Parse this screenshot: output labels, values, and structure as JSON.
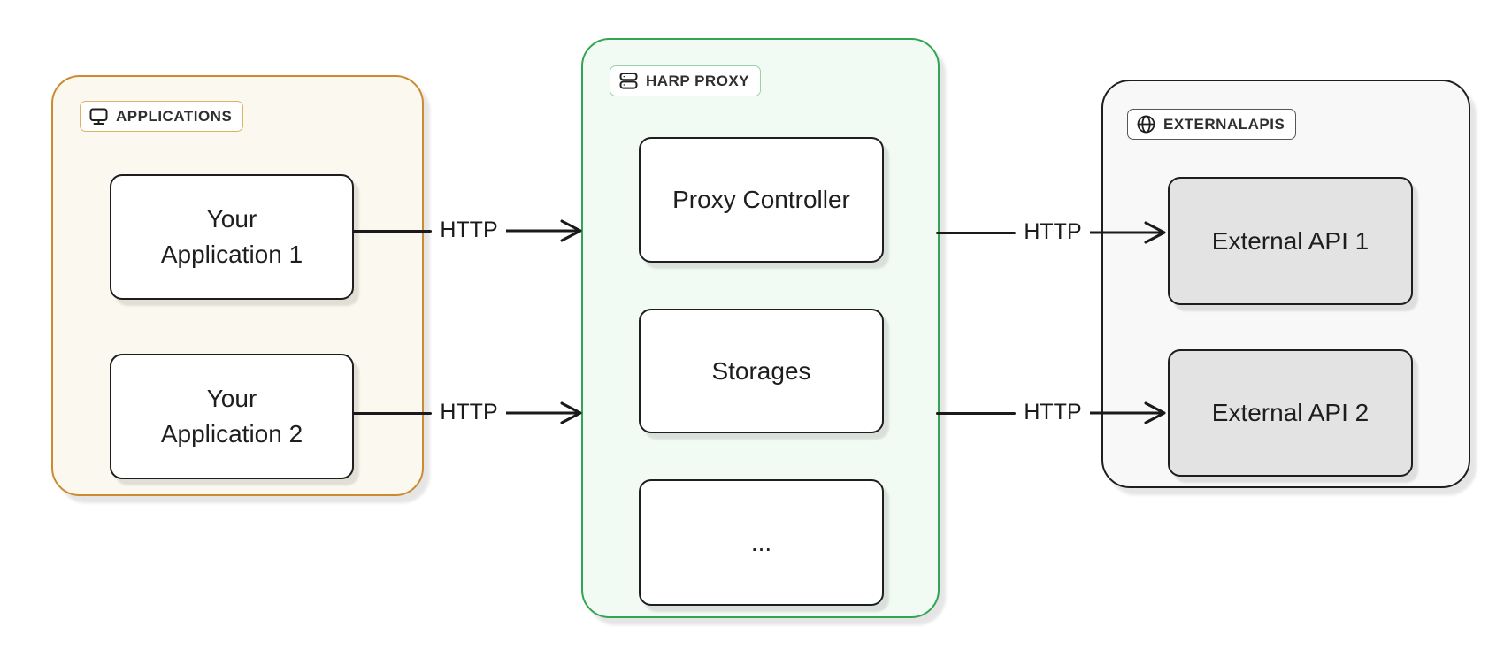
{
  "diagram": {
    "background_color": "#ffffff",
    "line_color": "#1a1a1a",
    "groups": [
      {
        "id": "applications",
        "label": "APPLICATIONS",
        "icon": "monitor-icon",
        "border_color": "#cd8a2f",
        "badge_border_color": "#ddb06a",
        "background_color": "#fbf8ef",
        "nodes": [
          {
            "id": "your-application-1",
            "lines": [
              "Your",
              "Application 1"
            ],
            "fill": "#ffffff"
          },
          {
            "id": "your-application-2",
            "lines": [
              "Your",
              "Application 2"
            ],
            "fill": "#ffffff"
          }
        ]
      },
      {
        "id": "harp-proxy",
        "label": "HARP PROXY",
        "icon": "server-icon",
        "border_color": "#33a456",
        "badge_border_color": "#9ad3a6",
        "background_color": "#f2faf4",
        "nodes": [
          {
            "id": "proxy-controller",
            "lines": [
              "Proxy Controller"
            ],
            "fill": "#ffffff"
          },
          {
            "id": "storages",
            "lines": [
              "Storages"
            ],
            "fill": "#ffffff"
          },
          {
            "id": "more",
            "lines": [
              "..."
            ],
            "fill": "#ffffff"
          }
        ]
      },
      {
        "id": "external-apis",
        "label": "EXTERNALAPIS",
        "icon": "globe-icon",
        "border_color": "#1e1e1e",
        "badge_border_color": "#565656",
        "background_color": "#f8f8f8",
        "nodes": [
          {
            "id": "external-api-1",
            "lines": [
              "External API 1"
            ],
            "fill": "#e3e3e3"
          },
          {
            "id": "external-api-2",
            "lines": [
              "External API 2"
            ],
            "fill": "#e3e3e3"
          }
        ]
      }
    ],
    "connections": [
      {
        "label": "HTTP",
        "from": "your-application-1",
        "to": "harp-proxy"
      },
      {
        "label": "HTTP",
        "from": "your-application-2",
        "to": "harp-proxy"
      },
      {
        "label": "HTTP",
        "from": "harp-proxy",
        "to": "external-api-1"
      },
      {
        "label": "HTTP",
        "from": "harp-proxy",
        "to": "external-api-2"
      }
    ]
  }
}
